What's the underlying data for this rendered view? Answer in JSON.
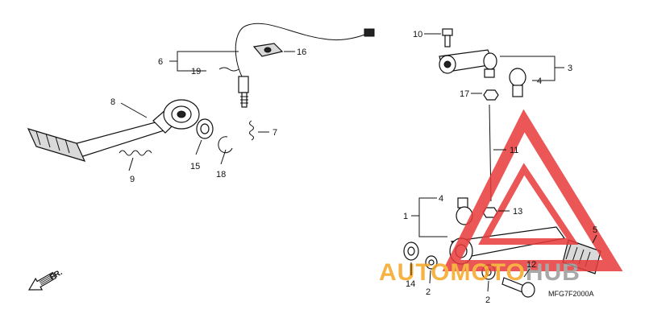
{
  "diagram": {
    "part_code": "MFG7F2000A",
    "direction_label": "FR.",
    "callouts": {
      "c1": "1",
      "c2a": "2",
      "c2b": "2",
      "c3": "3",
      "c4a": "4",
      "c4b": "4",
      "c5": "5",
      "c6": "6",
      "c7": "7",
      "c8": "8",
      "c9": "9",
      "c10": "10",
      "c11": "11",
      "c12": "12",
      "c13": "13",
      "c14": "14",
      "c15": "15",
      "c16": "16",
      "c17": "17",
      "c18": "18",
      "c19": "19"
    }
  },
  "watermark": {
    "brand_part1": "AUTO",
    "brand_part2": "MOTO",
    "brand_part3": "HUB",
    "color_orange": "#f5a623",
    "color_red": "#e8393a",
    "color_gray": "#9a9a9a"
  }
}
